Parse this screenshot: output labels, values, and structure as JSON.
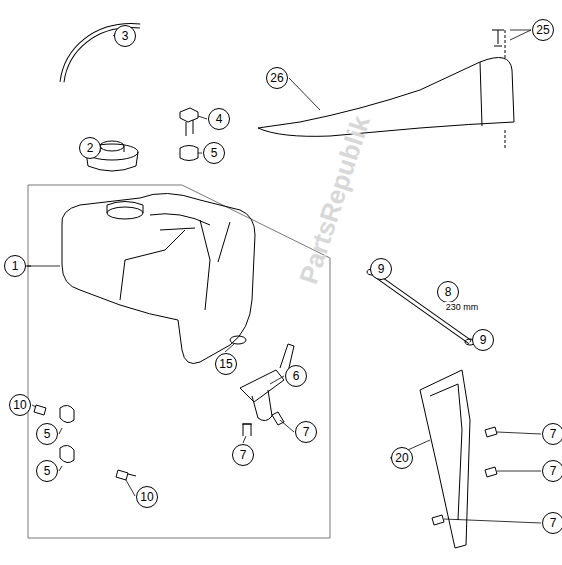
{
  "diagram": {
    "labels": [
      "3",
      "25",
      "26",
      "2",
      "4",
      "5",
      "1",
      "9",
      "8",
      "230 mm",
      "9",
      "15",
      "6",
      "10",
      "7",
      "5",
      "7",
      "20",
      "7",
      "5",
      "10",
      "7",
      "7",
      "PartsRepublik"
    ]
  }
}
